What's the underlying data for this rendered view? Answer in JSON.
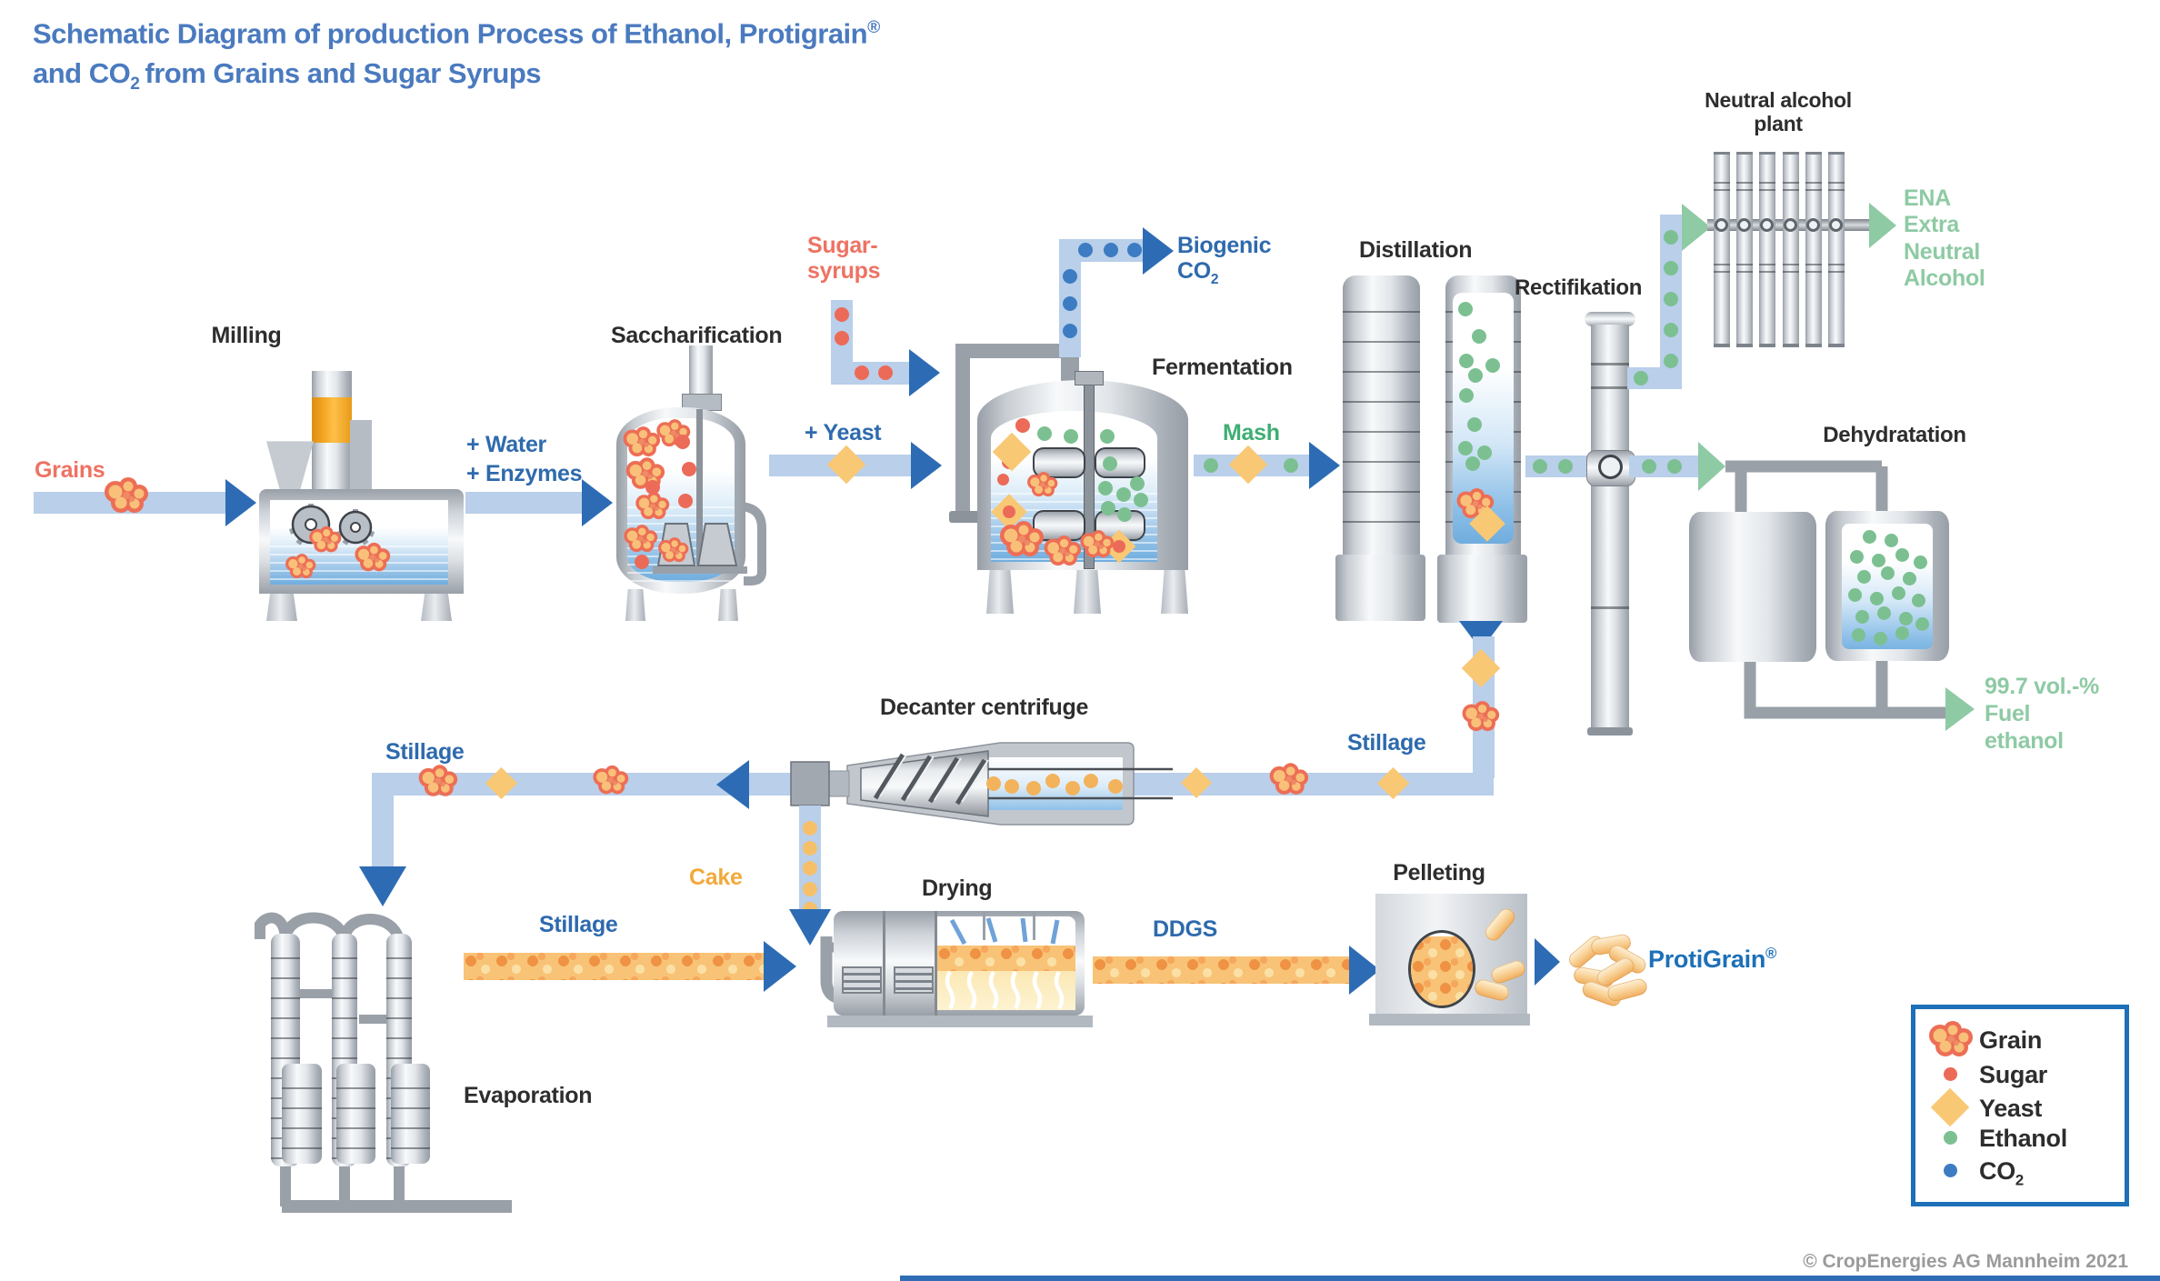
{
  "title": {
    "line1": "Schematic Diagram of production Process of Ethanol, Protigrain",
    "line1_sup": "®",
    "line2_pre": "and CO",
    "line2_sub": "2",
    "line2_post": "from Grains and Sugar Syrups"
  },
  "process_labels": {
    "milling": "Milling",
    "saccharification": "Saccharification",
    "fermentation": "Fermentation",
    "distillation": "Distillation",
    "rectifikation": "Rectifikation",
    "neutral_alcohol_plant_line1": "Neutral alcohol",
    "neutral_alcohol_plant_line2": "plant",
    "dehydratation": "Dehydratation",
    "decanter_centrifuge": "Decanter centrifuge",
    "evaporation": "Evaporation",
    "drying": "Drying",
    "pelleting": "Pelleting"
  },
  "stream_labels": {
    "grains": "Grains",
    "water": "+ Water",
    "enzymes": "+ Enzymes",
    "sugar_syrups_line1": "Sugar-",
    "sugar_syrups_line2": "syrups",
    "yeast": "+ Yeast",
    "mash": "Mash",
    "biogenic_line1": "Biogenic",
    "biogenic_co": "CO",
    "biogenic_sub": "2",
    "stillage_from_distillation": "Stillage",
    "stillage_to_evaporation": "Stillage",
    "stillage_from_evaporation": "Stillage",
    "cake": "Cake",
    "ddgs": "DDGS",
    "protigrain": "ProtiGrain",
    "protigrain_sup": "®",
    "ena_line1": "ENA",
    "ena_line2": "Extra",
    "ena_line3": "Neutral",
    "ena_line4": "Alcohol",
    "fuel_line1": "99.7 vol.-%",
    "fuel_line2": "Fuel",
    "fuel_line3": "ethanol"
  },
  "legend": {
    "items": [
      {
        "name": "grain",
        "label": "Grain"
      },
      {
        "name": "sugar",
        "label": "Sugar"
      },
      {
        "name": "yeast",
        "label": "Yeast"
      },
      {
        "name": "ethanol",
        "label": "Ethanol"
      },
      {
        "name": "co2",
        "label": "CO",
        "label_sub": "2"
      }
    ]
  },
  "footer": {
    "copyright": "© CropEnergies AG Mannheim 2021"
  },
  "colors": {
    "title_blue": "#4a7abf",
    "label_blue": "#2e6aad",
    "salmon": "#ee7263",
    "green_mid": "#3fae74",
    "green_light": "#8ecaa4",
    "orange": "#f2a93b",
    "stream_blue": "#b9cfea",
    "arrow_blue": "#2d6cb4",
    "co2_dot": "#3d7cc2",
    "sugar_dot": "#ec6a58",
    "ethanol_dot": "#7cc092",
    "yeast_yellow": "#f9c875",
    "legend_border": "#1d70b7"
  }
}
